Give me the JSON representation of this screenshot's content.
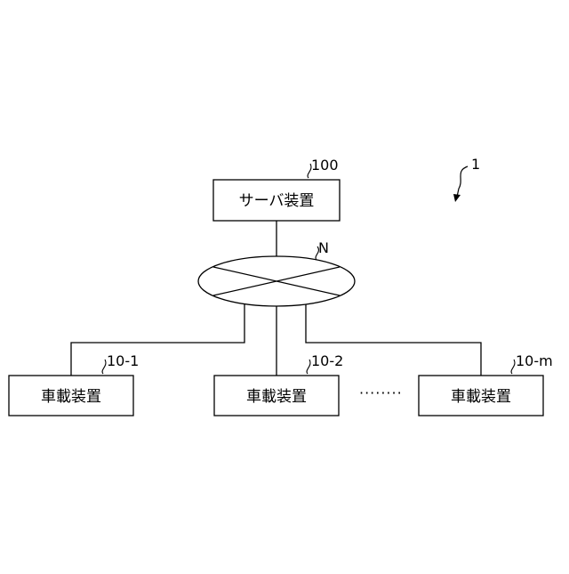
{
  "diagram": {
    "system_ref": "1",
    "server": {
      "label": "サーバ装置",
      "ref": "100"
    },
    "network": {
      "ref": "N"
    },
    "vehicles": [
      {
        "label": "車載装置",
        "ref": "10-1"
      },
      {
        "label": "車載装置",
        "ref": "10-2"
      },
      {
        "label": "車載装置",
        "ref": "10-m"
      }
    ],
    "ellipsis": "········"
  }
}
